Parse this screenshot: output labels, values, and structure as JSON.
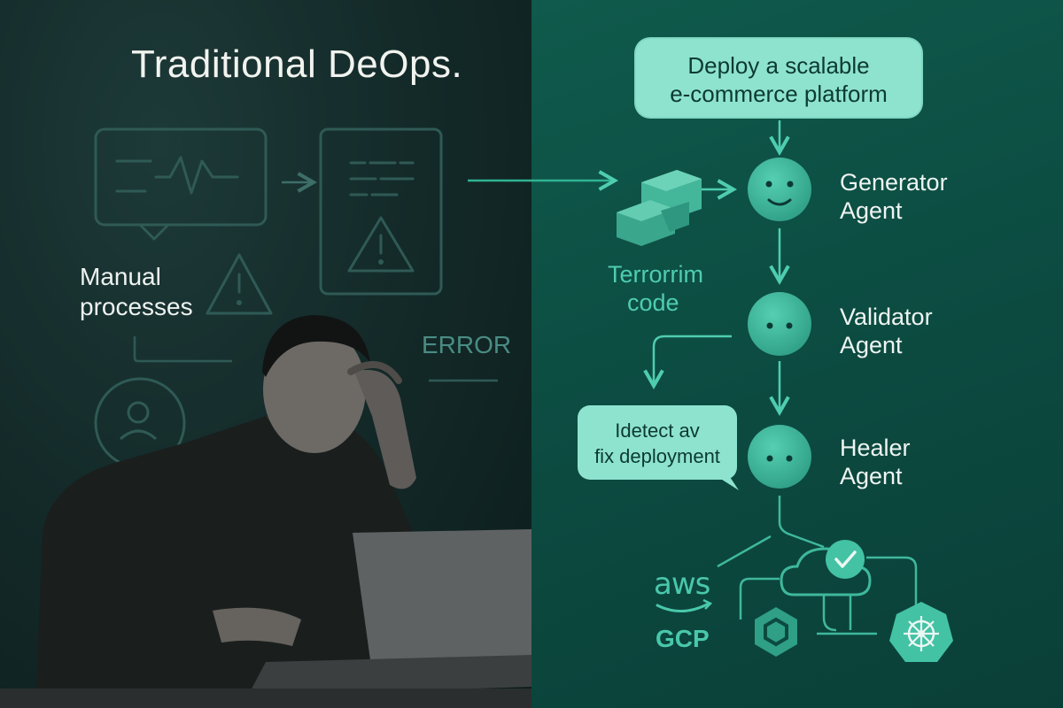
{
  "left_panel": {
    "title": "Traditional DeOps.",
    "manual_line1": "Manual",
    "manual_line2": "processes",
    "error_text": "ERROR"
  },
  "right_panel": {
    "prompt_line1": "Deploy a scalable",
    "prompt_line2": "e-commerce platform",
    "code_line1": "Terrorrim",
    "code_line2": "code",
    "agents": [
      {
        "line1": "Generator",
        "line2": "Agent"
      },
      {
        "line1": "Validator",
        "line2": "Agent"
      },
      {
        "line1": "Healer",
        "line2": "Agent"
      }
    ],
    "healer_bubble_line1": "Idetect av",
    "healer_bubble_line2": "fix deployment",
    "cloud_aws": "aws",
    "cloud_gcp": "GCP"
  },
  "colors": {
    "left_bg": "#142b2a",
    "right_bg": "#0c4a40",
    "accent": "#4fcdb0",
    "bubble": "#8ee3cf",
    "agent_circle": "#3fb89c"
  }
}
